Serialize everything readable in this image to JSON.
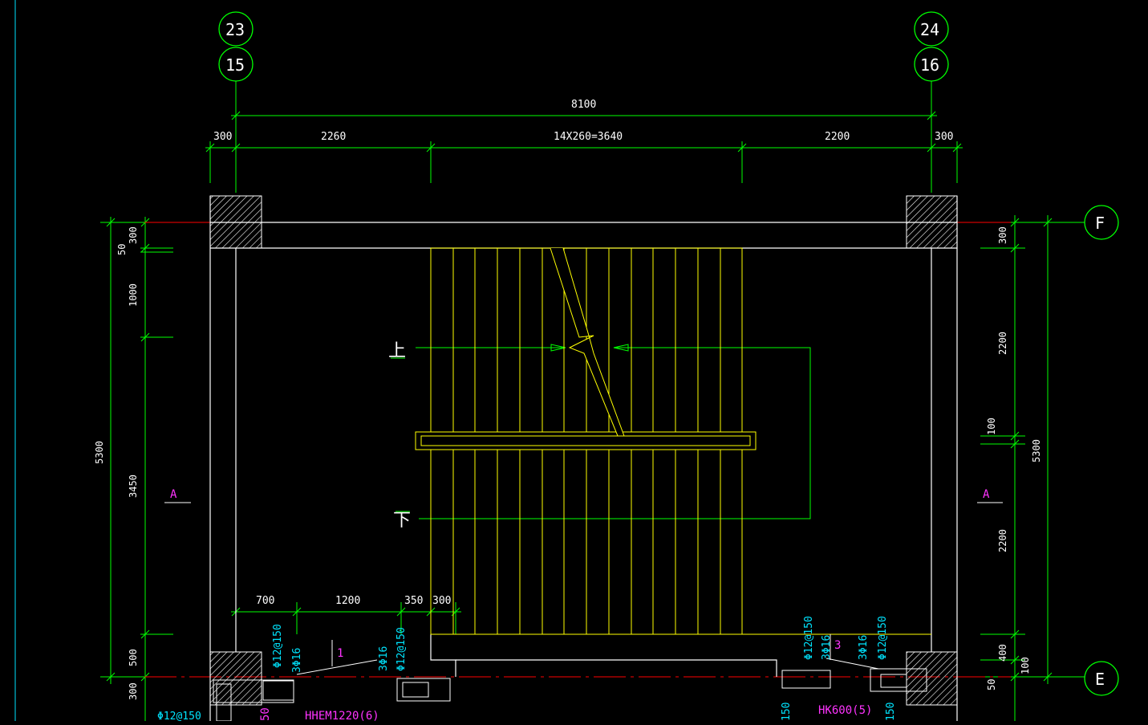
{
  "axes": {
    "left_top": "23",
    "left_bottom": "15",
    "right_top": "24",
    "right_bottom": "16",
    "row_top": "F",
    "row_bottom": "E"
  },
  "dimensions": {
    "overall": "8100",
    "left_wall": "300",
    "left_span": "2260",
    "tread_span": "14X260=3640",
    "right_span": "2200",
    "right_wall": "300",
    "left_v_300": "300",
    "left_v_50": "50",
    "left_v_1000": "1000",
    "left_v_5300": "5300",
    "left_v_3450": "3450",
    "left_v_500": "500",
    "left_v_300b": "300",
    "right_v_300": "300",
    "right_v_2200a": "2200",
    "right_v_100": "100",
    "right_v_5300": "5300",
    "right_v_2200b": "2200",
    "right_v_400": "400",
    "right_v_100b": "100",
    "right_v_50": "50",
    "bottom_700": "700",
    "bottom_1200": "1200",
    "bottom_350": "350",
    "bottom_300": "300"
  },
  "labels": {
    "section_left": "A",
    "section_right": "A",
    "up": "上",
    "down": "下",
    "callout_1": "1",
    "callout_3": "3",
    "lintel_left": "HHEM1220(6)",
    "lintel_right": "HK600(5)"
  },
  "rebar": {
    "r1": "Φ12@150",
    "r2": "3Φ16",
    "r3": "3Φ16",
    "r4": "Φ12@150",
    "r5": "Φ12@150",
    "r6": "3Φ16",
    "r7": "3Φ16",
    "r8": "Φ12@150",
    "r9": "Φ12@150",
    "r10": "150",
    "r11": "150",
    "r12": "50"
  },
  "colors": {
    "dimension_green": "#00ff00",
    "stair_yellow": "#ffff00",
    "wall_white": "#ffffff",
    "axis_red": "#ff0000",
    "text_magenta": "#ff33ff",
    "rebar_cyan": "#00e5ff"
  }
}
